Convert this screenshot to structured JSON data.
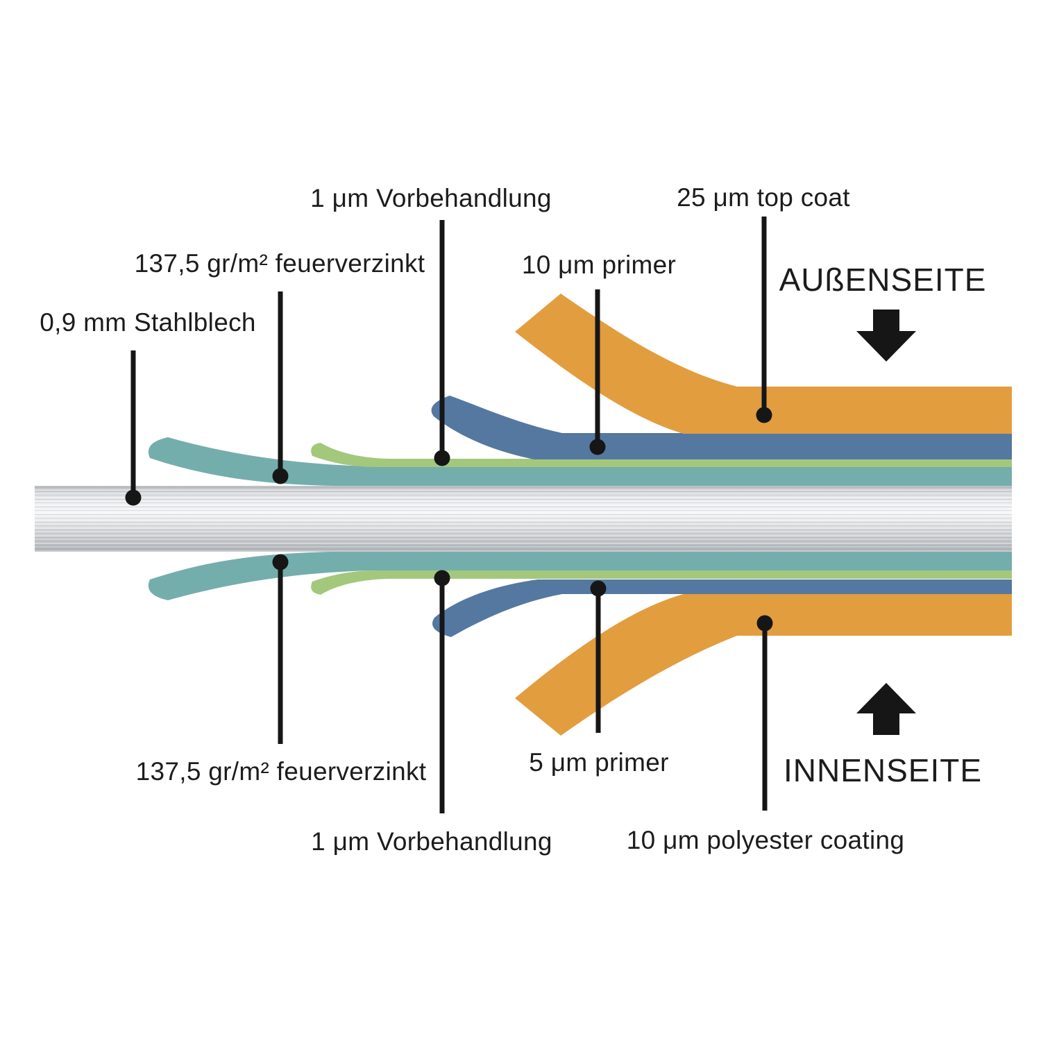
{
  "page": {
    "background": "#ffffff"
  },
  "diagram": {
    "steel": {
      "label": "0,9 mm Stahlblech",
      "color": "#c9ccd0"
    },
    "outside": {
      "side_label": "AUßENSEITE",
      "arrow": "down-arrow",
      "layers": [
        {
          "name": "feuerverzinkt",
          "label": "137,5 gr/m² feuerverzinkt",
          "color": "#74aeac"
        },
        {
          "name": "vorbehandlung",
          "label": "1 μm Vorbehandlung",
          "color": "#a3c87c"
        },
        {
          "name": "primer",
          "label": "10 μm primer",
          "color": "#5578a0"
        },
        {
          "name": "top_coat",
          "label": "25 μm top coat",
          "color": "#e29d3e"
        }
      ]
    },
    "inside": {
      "side_label": "INNENSEITE",
      "arrow": "up-arrow",
      "layers": [
        {
          "name": "feuerverzinkt",
          "label": "137,5 gr/m² feuerverzinkt",
          "color": "#74aeac"
        },
        {
          "name": "vorbehandlung",
          "label": "1 μm Vorbehandlung",
          "color": "#a3c87c"
        },
        {
          "name": "primer",
          "label": "5 μm primer",
          "color": "#5578a0"
        },
        {
          "name": "polyester",
          "label": "10 μm polyester coating",
          "color": "#e29d3e"
        }
      ]
    },
    "callout_color": "#161616",
    "text_color": "#1c1c1c"
  }
}
